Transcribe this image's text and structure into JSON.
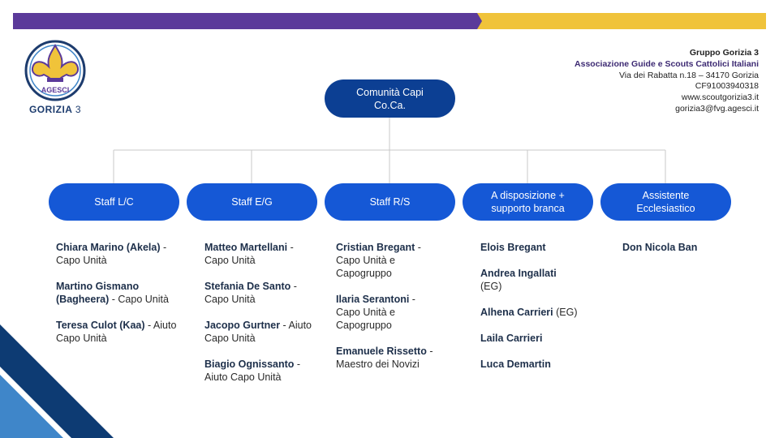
{
  "header": {
    "logo_text": "AGESCI",
    "logo_caption_name": "GORIZIA",
    "logo_caption_number": "3",
    "org_name": "Gruppo Gorizia 3",
    "association": "Associazione Guide e Scouts Cattolici Italiani",
    "address": "Via dei Rabatta n.18 – 34170  Gorizia",
    "tax_code": "CF91003940318",
    "website": "www.scoutgorizia3.it",
    "email": "gorizia3@fvg.agesci.it"
  },
  "colors": {
    "purple": "#5b3a9a",
    "yellow": "#f0c33a",
    "root_node": "#0c3f93",
    "node": "#1558d6",
    "connector": "#c8c8c8",
    "corner_dark": "#0d3b73",
    "corner_light": "#3f86c9"
  },
  "root": {
    "line1": "Comunità Capi",
    "line2": "Co.Ca."
  },
  "branches": [
    {
      "line1": "Staff L/C",
      "line2": "",
      "members": [
        {
          "name": "Chiara Marino (Akela)",
          "role": " - Capo Unità"
        },
        {
          "name": "Martino Gismano (Bagheera)",
          "role": " - Capo Unità"
        },
        {
          "name": "Teresa Culot (Kaa)",
          "role": " - Aiuto Capo Unità"
        }
      ]
    },
    {
      "line1": "Staff E/G",
      "line2": "",
      "members": [
        {
          "name": "Matteo Martellani",
          "role": " - Capo Unità"
        },
        {
          "name": "Stefania De Santo",
          "role": " - Capo Unità"
        },
        {
          "name": "Jacopo Gurtner",
          "role": " - Aiuto Capo Unità"
        },
        {
          "name": "Biagio Ognissanto",
          "role": " - Aiuto Capo Unità"
        }
      ]
    },
    {
      "line1": "Staff R/S",
      "line2": "",
      "members": [
        {
          "name": "Cristian Bregant",
          "role": " - Capo Unità e Capogruppo"
        },
        {
          "name": "Ilaria Serantoni",
          "role": " - Capo Unità e Capogruppo"
        },
        {
          "name": "Emanuele Rissetto",
          "role": " - Maestro dei Novizi"
        }
      ]
    },
    {
      "line1": "A disposizione +",
      "line2": "supporto branca",
      "members": [
        {
          "name": "Elois Bregant",
          "role": ""
        },
        {
          "name": "Andrea Ingallati",
          "role": " (EG)"
        },
        {
          "name": "Alhena Carrieri",
          "role": " (EG)"
        },
        {
          "name": "Laila Carrieri",
          "role": ""
        },
        {
          "name": "Luca Demartin",
          "role": ""
        }
      ]
    },
    {
      "line1": "Assistente",
      "line2": "Ecclesiastico",
      "members": [
        {
          "name": "Don Nicola Ban",
          "role": ""
        }
      ]
    }
  ]
}
